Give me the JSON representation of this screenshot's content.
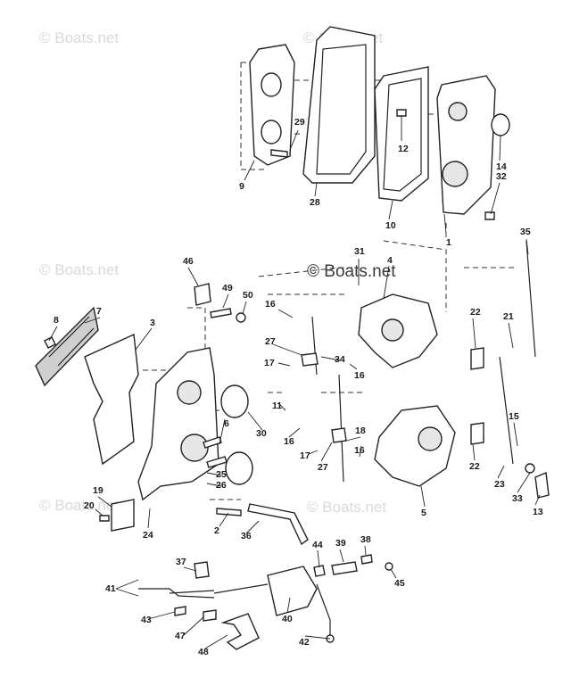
{
  "watermark": {
    "small": "© Boats.net",
    "center": "© Boats.net"
  },
  "callouts": [
    "1",
    "2",
    "3",
    "4",
    "5",
    "6",
    "7",
    "8",
    "9",
    "10",
    "11",
    "12",
    "13",
    "14",
    "15",
    "16",
    "16",
    "16",
    "16",
    "17",
    "17",
    "18",
    "19",
    "20",
    "21",
    "22",
    "22",
    "23",
    "24",
    "25",
    "26",
    "27",
    "27",
    "28",
    "29",
    "30",
    "31",
    "32",
    "33",
    "34",
    "35",
    "36",
    "37",
    "38",
    "39",
    "40",
    "41",
    "42",
    "43",
    "44",
    "45",
    "46",
    "47",
    "48",
    "49",
    "50"
  ]
}
